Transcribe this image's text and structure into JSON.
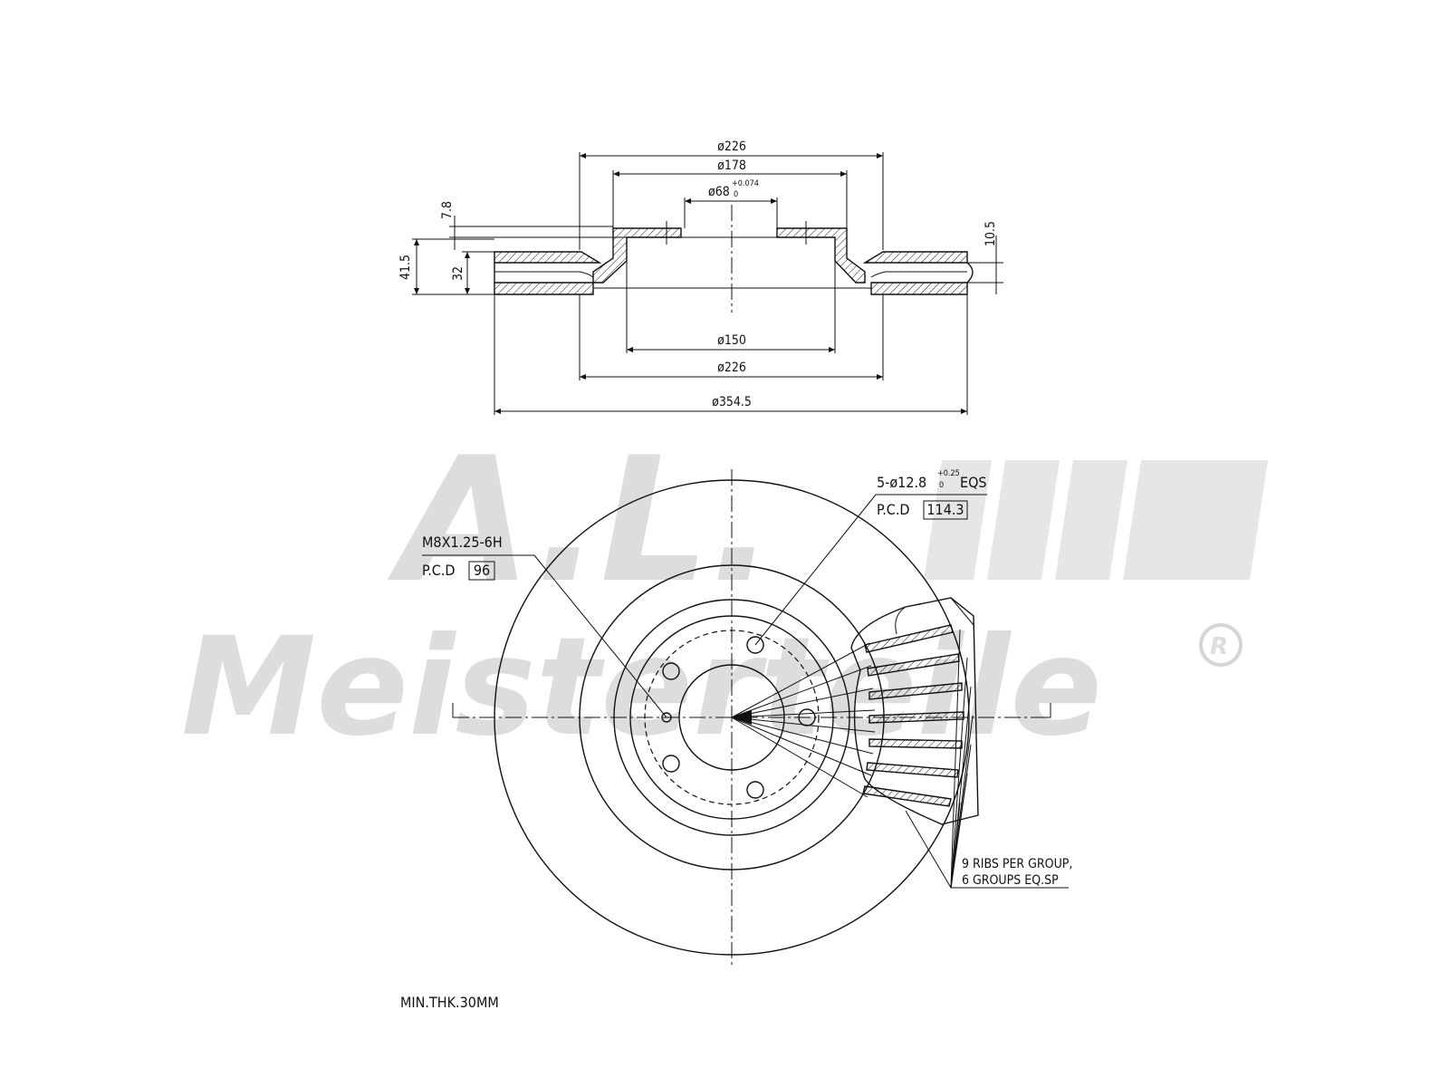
{
  "watermark": {
    "brand_main": "A.L.",
    "brand_sub": "Meisterteile",
    "registered": "R"
  },
  "section_view": {
    "dims_top": {
      "d226": "ø226",
      "d178": "ø178",
      "d68_base": "ø68",
      "d68_tol_upper": "+0.074",
      "d68_tol_lower": "0"
    },
    "dims_left": {
      "d7_8": "7.8",
      "d41_5": "41.5",
      "d32": "32"
    },
    "dims_right": {
      "d10_5": "10.5"
    },
    "dims_bottom": {
      "d150": "ø150",
      "d226b": "ø226",
      "d354_5": "ø354.5"
    }
  },
  "front_view": {
    "holes_label": {
      "prefix": "5-ø12.8",
      "tol_upper": "+0.25",
      "tol_lower": "0",
      "suffix": "EQS"
    },
    "holes_pcd": {
      "label": "P.C.D",
      "value": "114.3"
    },
    "thread_label": "M8X1.25-6H",
    "thread_pcd": {
      "label": "P.C.D",
      "value": "96"
    },
    "ribs_note": {
      "line1": "9 RIBS PER GROUP,",
      "line2": "6 GROUPS EQ.SP"
    }
  },
  "footer_note": "MIN.THK.30MM"
}
